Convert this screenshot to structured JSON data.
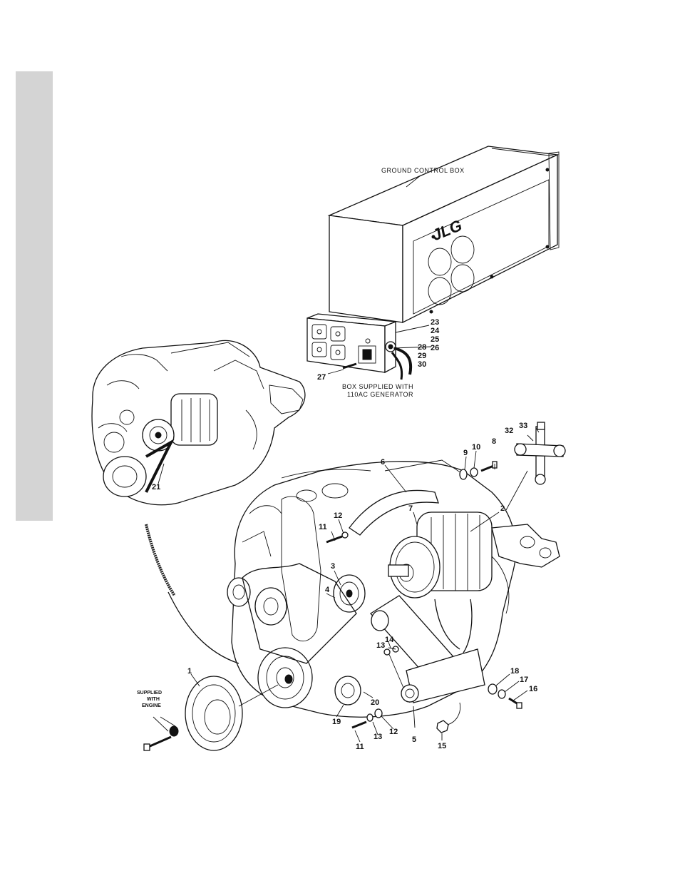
{
  "captions": {
    "ground_control_box": "GROUND CONTROL BOX",
    "box_supplied_line1": "BOX SUPPLIED WITH",
    "box_supplied_line2": "110AC GENERATOR",
    "supplied_line1": "SUPPLIED",
    "supplied_line2": "WITH",
    "supplied_line3": "ENGINE",
    "brand_logo": "JLG"
  },
  "callouts": {
    "c1": "1",
    "c2": "2",
    "c3": "3",
    "c4": "4",
    "c5": "5",
    "c6": "6",
    "c7": "7",
    "c8": "8",
    "c9": "9",
    "c10": "10",
    "c11a": "11",
    "c11b": "11",
    "c12a": "12",
    "c12b": "12",
    "c13a": "13",
    "c13b": "13",
    "c14": "14",
    "c15": "15",
    "c16": "16",
    "c17": "17",
    "c18": "18",
    "c19": "19",
    "c20": "20",
    "c21": "21",
    "c23": "23",
    "c24": "24",
    "c25": "25",
    "c26": "26",
    "c27": "27",
    "c28": "28",
    "c29": "29",
    "c30": "30",
    "c32": "32",
    "c33": "33"
  }
}
